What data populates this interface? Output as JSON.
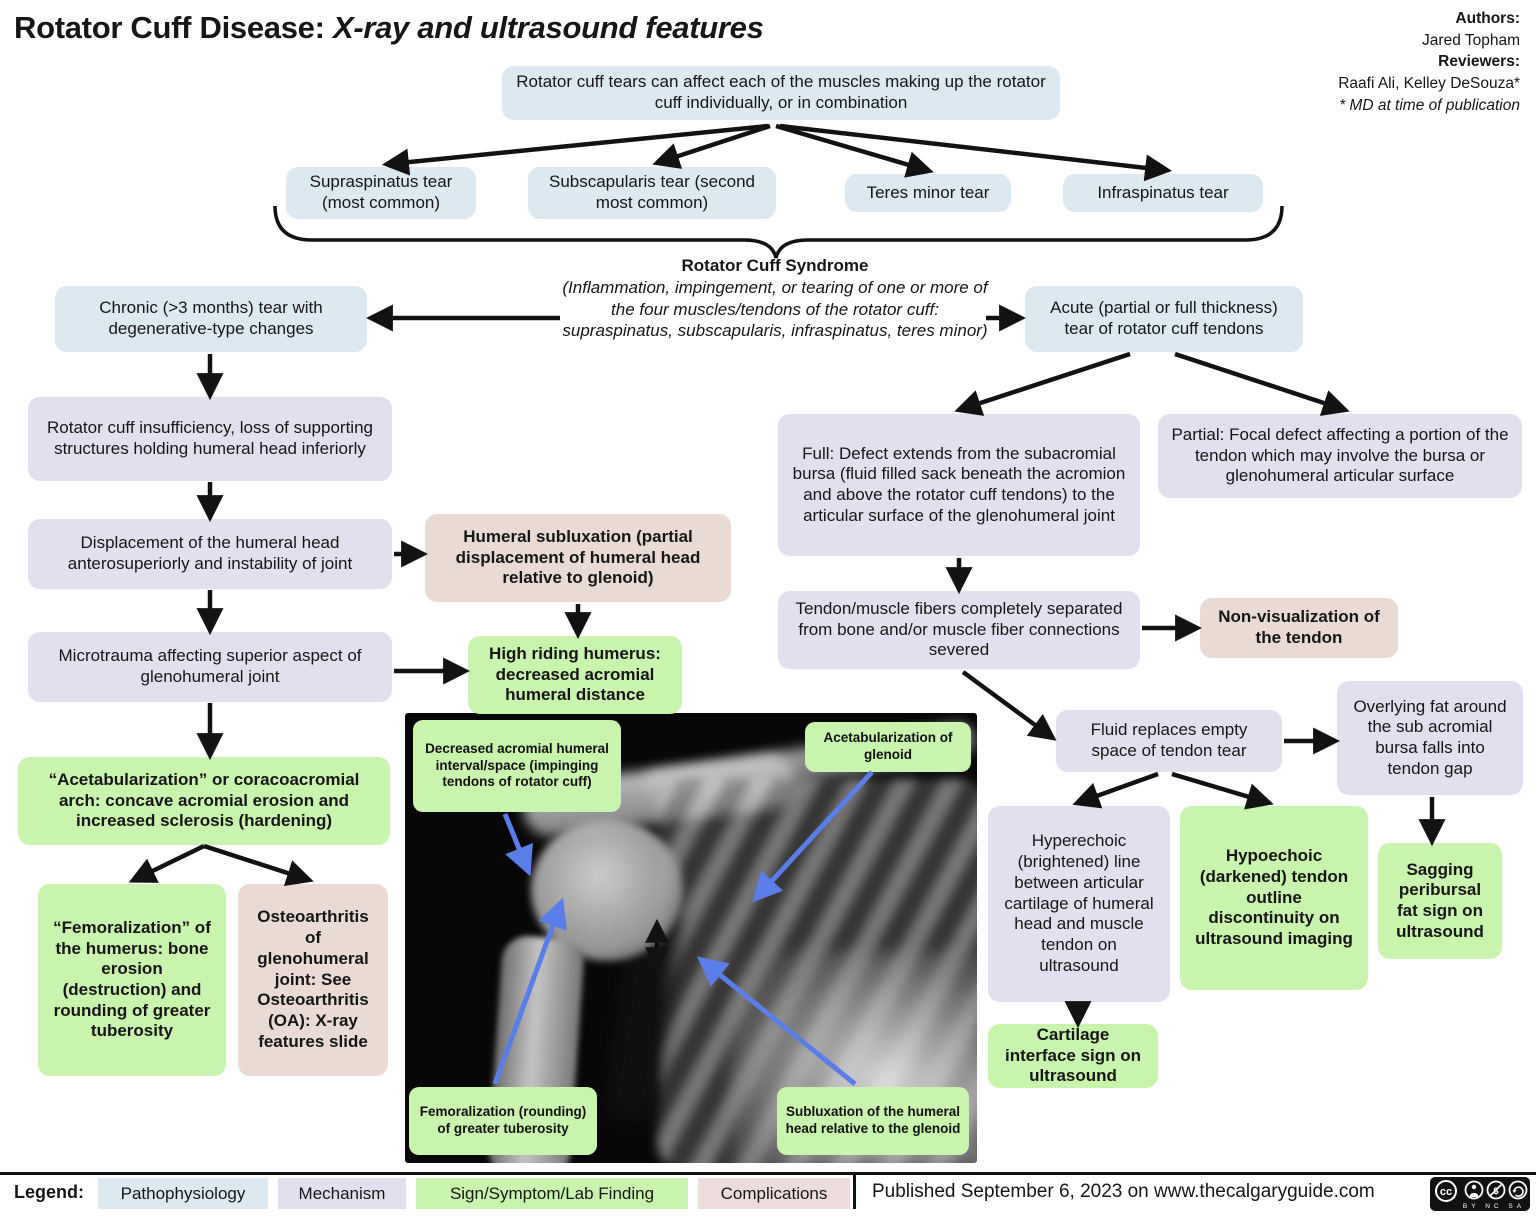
{
  "header": {
    "title": "Rotator Cuff Disease:",
    "title_em": " X-ray and ultrasound features",
    "authors_label": "Authors:",
    "authors": "Jared Topham",
    "reviewers_label": "Reviewers:",
    "reviewers": "Raafi Ali, Kelley DeSouza*",
    "reviewers_note": "* MD at time of publication"
  },
  "nodes": {
    "intro": "Rotator cuff tears can affect each of the muscles making up the rotator cuff individually, or in combination",
    "supraspinatus": "Supraspinatus tear (most common)",
    "subscapularis": "Subscapularis tear (second most common)",
    "teres_minor": "Teres minor tear",
    "infraspinatus": "Infraspinatus tear",
    "syndrome_title": "Rotator Cuff Syndrome",
    "syndrome_body": "(Inflammation, impingement, or tearing of one or more of the four muscles/tendons of the rotator cuff: supraspinatus, subscapularis, infraspinatus, teres minor)",
    "chronic": "Chronic (>3 months) tear with degenerative-type changes",
    "acute": "Acute (partial or full thickness) tear of rotator cuff tendons",
    "insufficiency": "Rotator cuff insufficiency, loss of supporting structures holding humeral head inferiorly",
    "displacement": "Displacement of the humeral head anterosuperiorly and instability of joint",
    "subluxation": "Humeral subluxation (partial displacement of humeral head relative to glenoid)",
    "microtrauma": "Microtrauma affecting superior aspect of glenohumeral joint",
    "high_riding": "High riding humerus: decreased acromial humeral distance",
    "acetabularization": "“Acetabularization” or coracoacromial arch: concave acromial erosion and increased sclerosis (hardening)",
    "femoralization": "“Femoralization” of the humerus: bone erosion (destruction) and rounding of greater tuberosity",
    "osteoarthritis": "Osteoarthritis of glenohumeral joint: See Osteoarthritis (OA): X-ray features slide",
    "full_defect": "Full: Defect extends from the subacromial bursa (fluid filled sack beneath the acromion and above the rotator cuff tendons) to the articular surface of the glenohumeral joint",
    "partial_defect": "Partial: Focal defect affecting a portion of the tendon which may involve the bursa or glenohumeral articular surface",
    "fibers_severed": "Tendon/muscle fibers completely separated from bone and/or muscle fiber connections severed",
    "non_visualization": "Non-visualization of the tendon",
    "fluid_replaces": "Fluid replaces empty space of tendon tear",
    "overlying_fat": "Overlying fat around the sub acromial bursa falls into tendon gap",
    "hyperechoic": "Hyperechoic (brightened) line between articular cartilage of humeral head and muscle tendon on ultrasound",
    "hypoechoic": "Hypoechoic (darkened) tendon outline discontinuity on ultrasound imaging",
    "sagging": "Sagging peribursal fat sign on ultrasound",
    "cartilage_sign": "Cartilage interface sign on ultrasound"
  },
  "xray_labels": {
    "decreased_interval": "Decreased acromial humeral interval/space (impinging tendons of rotator cuff)",
    "acetabularization_glenoid": "Acetabularization of glenoid",
    "femoralization_rounding": "Femoralization (rounding) of greater tuberosity",
    "subluxation_label": "Subluxation of the humeral head relative to the glenoid"
  },
  "legend": {
    "label": "Legend:",
    "items": [
      {
        "label": "Pathophysiology",
        "color": "#dce9f1"
      },
      {
        "label": "Mechanism",
        "color": "#e3dfee"
      },
      {
        "label": "Sign/Symptom/Lab Finding",
        "color": "#c9f4ad"
      },
      {
        "label": "Complications",
        "color": "#eddcdc"
      }
    ],
    "published": "Published September 6, 2023 on www.thecalgaryguide.com",
    "cc_label": "cc",
    "license": "BY NC SA"
  },
  "colors": {
    "pathophysiology_blue": "#dce9f1",
    "mechanism_lavender": "#e3dfee",
    "sign_green": "#c9f4ad",
    "complication_pink": "#e9dad4",
    "annotation_arrow_blue": "#5b7de8"
  }
}
